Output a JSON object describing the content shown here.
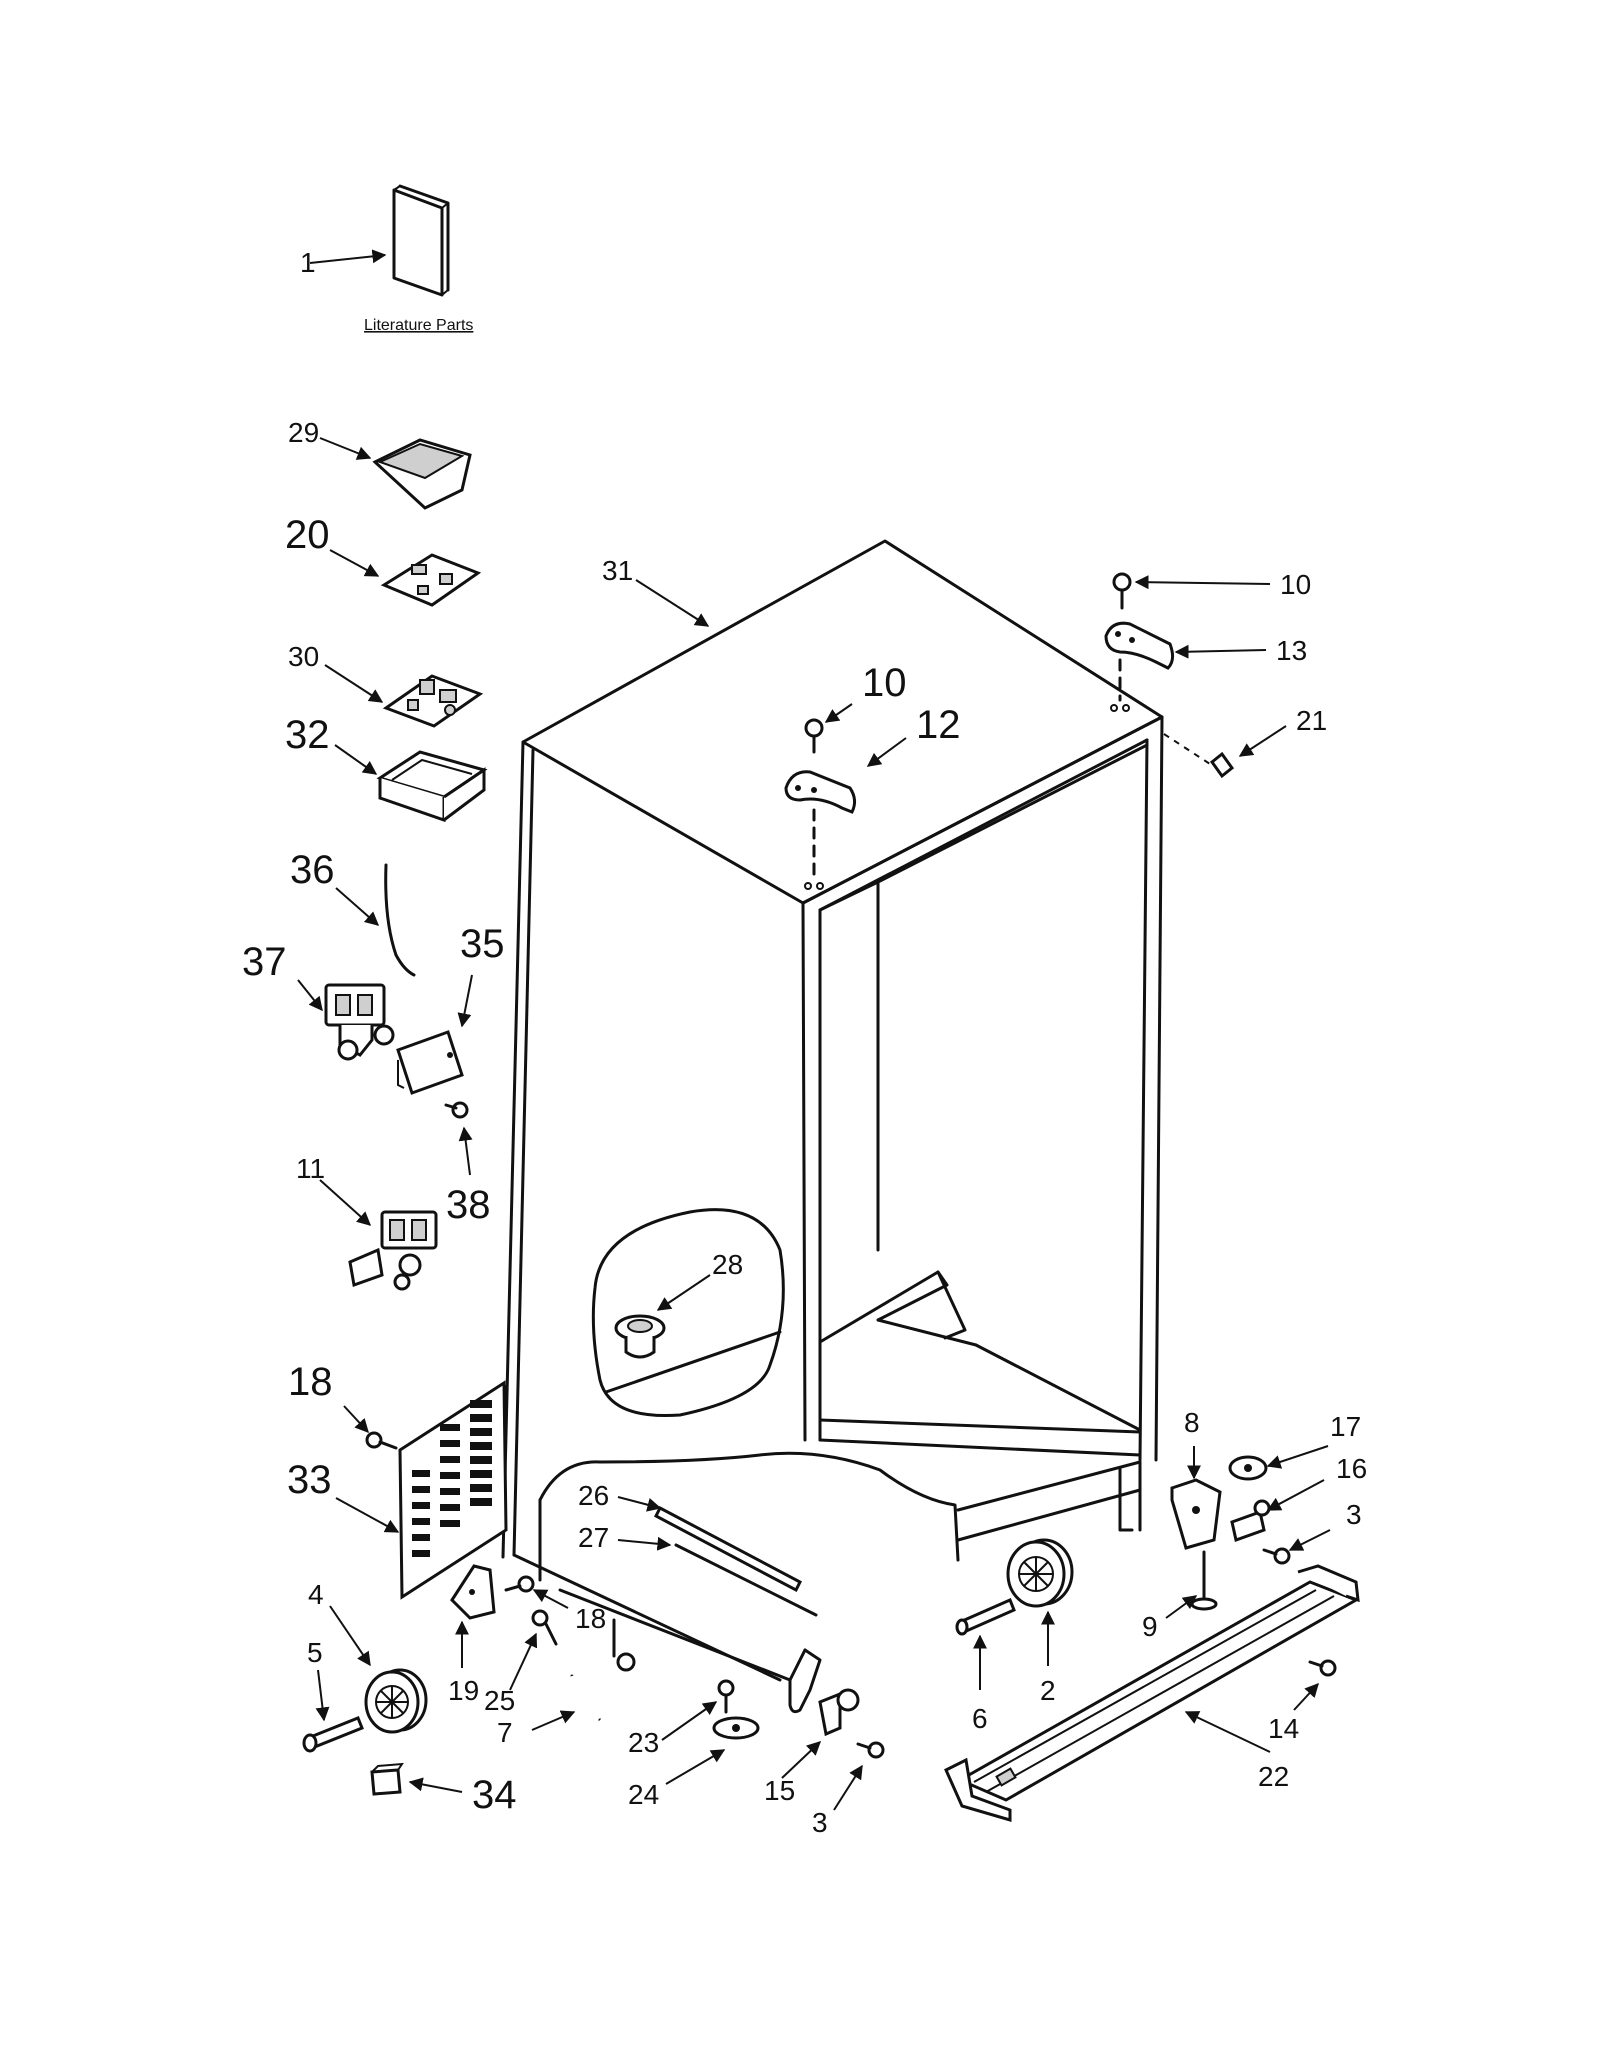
{
  "diagram": {
    "caption": "Literature Parts",
    "callouts": {
      "c1": "1",
      "c29": "29",
      "c20": "20",
      "c30": "30",
      "c32": "32",
      "c36": "36",
      "c37": "37",
      "c35": "35",
      "c38": "38",
      "c11": "11",
      "c18a": "18",
      "c33": "33",
      "c4": "4",
      "c5": "5",
      "c34": "34",
      "c19": "19",
      "c18b": "18",
      "c25": "25",
      "c7": "7",
      "c23": "23",
      "c24": "24",
      "c15": "15",
      "c3a": "3",
      "c26": "26",
      "c27": "27",
      "c28": "28",
      "c31": "31",
      "c10a": "10",
      "c12": "12",
      "c10b": "10",
      "c13": "13",
      "c21": "21",
      "c8": "8",
      "c17": "17",
      "c16": "16",
      "c3b": "3",
      "c9": "9",
      "c6": "6",
      "c2": "2",
      "c14": "14",
      "c22": "22"
    }
  }
}
